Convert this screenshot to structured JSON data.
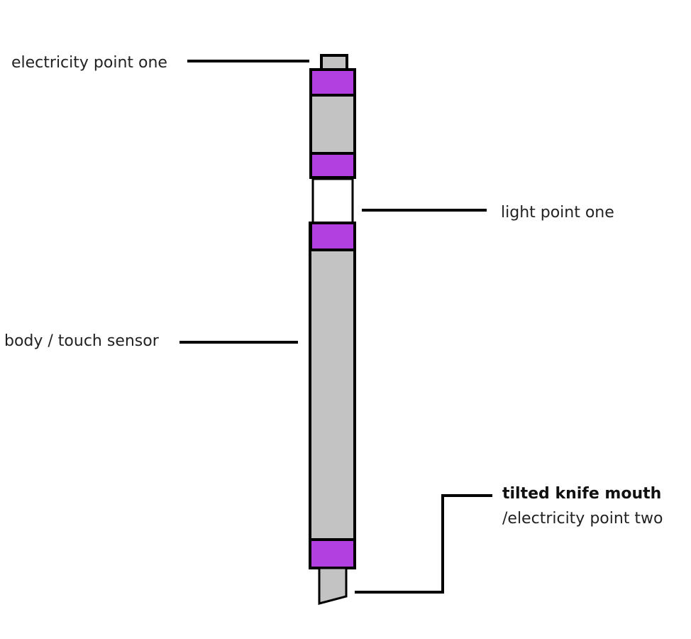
{
  "labels": {
    "electricity_point_one": "electricity point one",
    "light_point_one": "light point one",
    "body_touch_sensor": "body / touch sensor",
    "tilted_knife_mouth": "tilted knife mouth",
    "electricity_point_two": "/electricity point two"
  },
  "colors": {
    "body": "#c3c3c3",
    "band": "#b23fe0",
    "outline": "#000000",
    "window": "#ffffff",
    "background": "#ffffff"
  }
}
